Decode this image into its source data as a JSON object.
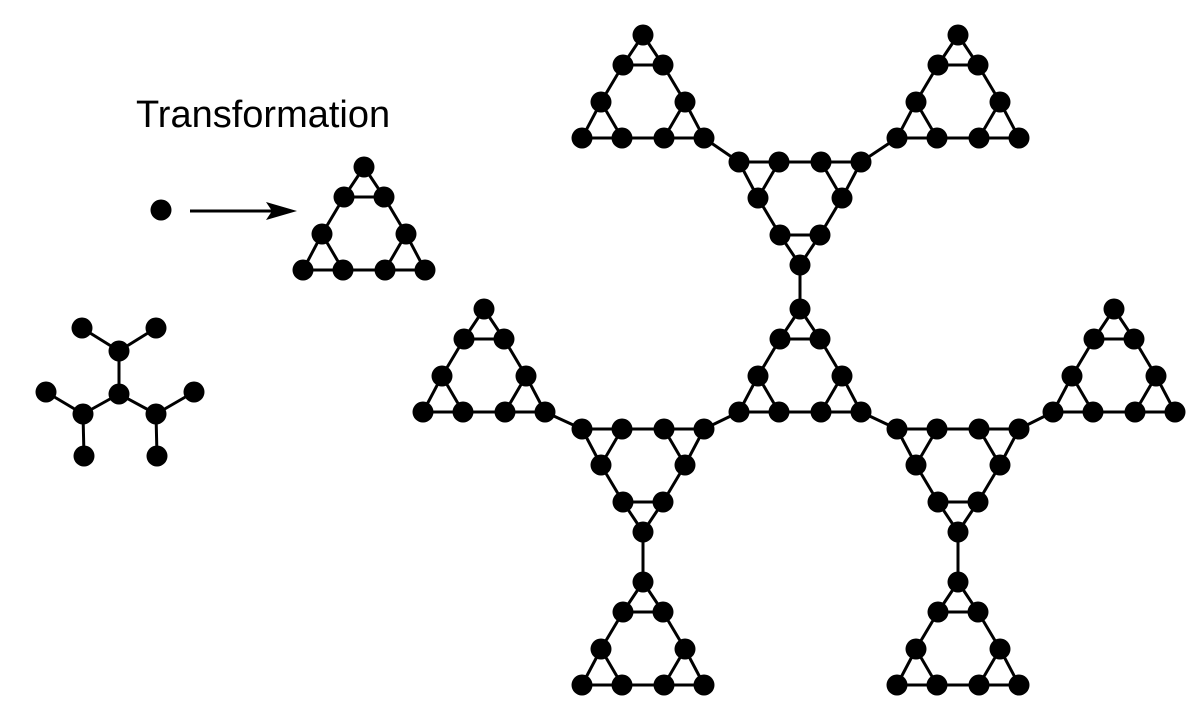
{
  "diagram": {
    "label": "Transformation",
    "colors": {
      "node": "#000000",
      "edge": "#000000",
      "background": "#ffffff"
    },
    "panels": [
      {
        "name": "transformation-rule",
        "from": "single-vertex",
        "to": "triangle-motif",
        "motif_nodes": 9,
        "motif_edges": 12
      },
      {
        "name": "original-graph",
        "type": "tree",
        "nodes": 10,
        "edges": 9
      },
      {
        "name": "transformed-graph",
        "type": "decorated-tree",
        "motifs": 10,
        "connecting_edges": 9
      }
    ]
  }
}
